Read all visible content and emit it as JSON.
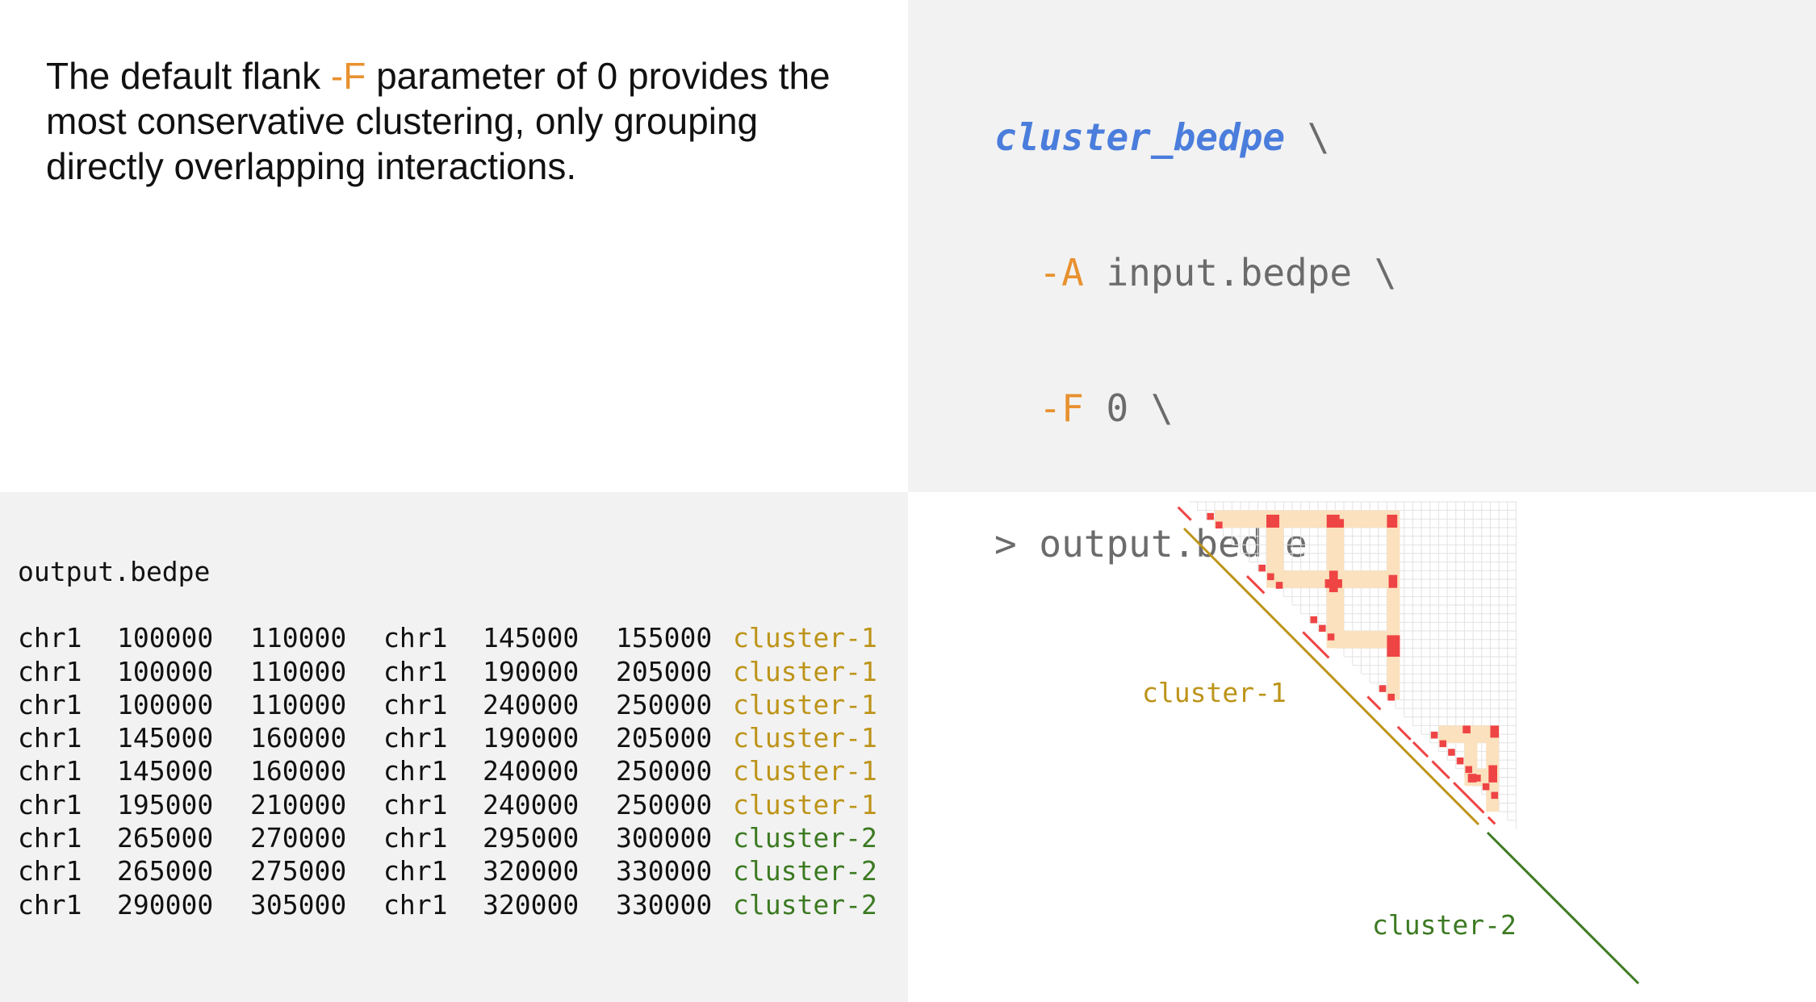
{
  "description": {
    "before": "The default flank ",
    "flag": "-F",
    "after": " parameter of 0 provides the most conservative clustering, only grouping directly overlapping interactions."
  },
  "command": {
    "program": "cluster_bedpe",
    "line1_cont": " \\",
    "opt_a": "-A",
    "opt_a_val": " input.bedpe \\",
    "opt_f": "-F",
    "opt_f_val": " 0 \\",
    "redirect": "> output.bedpe"
  },
  "output": {
    "title": "output.bedpe",
    "rows": [
      {
        "chrom1": "chr1",
        "start1": "100000",
        "end1": "110000",
        "chrom2": "chr1",
        "start2": "145000",
        "end2": "155000",
        "cluster": "cluster-1"
      },
      {
        "chrom1": "chr1",
        "start1": "100000",
        "end1": "110000",
        "chrom2": "chr1",
        "start2": "190000",
        "end2": "205000",
        "cluster": "cluster-1"
      },
      {
        "chrom1": "chr1",
        "start1": "100000",
        "end1": "110000",
        "chrom2": "chr1",
        "start2": "240000",
        "end2": "250000",
        "cluster": "cluster-1"
      },
      {
        "chrom1": "chr1",
        "start1": "145000",
        "end1": "160000",
        "chrom2": "chr1",
        "start2": "190000",
        "end2": "205000",
        "cluster": "cluster-1"
      },
      {
        "chrom1": "chr1",
        "start1": "145000",
        "end1": "160000",
        "chrom2": "chr1",
        "start2": "240000",
        "end2": "250000",
        "cluster": "cluster-1"
      },
      {
        "chrom1": "chr1",
        "start1": "195000",
        "end1": "210000",
        "chrom2": "chr1",
        "start2": "240000",
        "end2": "250000",
        "cluster": "cluster-1"
      },
      {
        "chrom1": "chr1",
        "start1": "265000",
        "end1": "270000",
        "chrom2": "chr1",
        "start2": "295000",
        "end2": "300000",
        "cluster": "cluster-2"
      },
      {
        "chrom1": "chr1",
        "start1": "265000",
        "end1": "275000",
        "chrom2": "chr1",
        "start2": "320000",
        "end2": "330000",
        "cluster": "cluster-2"
      },
      {
        "chrom1": "chr1",
        "start1": "290000",
        "end1": "305000",
        "chrom2": "chr1",
        "start2": "320000",
        "end2": "330000",
        "cluster": "cluster-2"
      }
    ]
  },
  "diagram": {
    "cluster1_label": "cluster-1",
    "cluster2_label": "cluster-2"
  },
  "colors": {
    "flag": "#e8912f",
    "program": "#4a7ddc",
    "cluster1": "#bd9419",
    "cluster2": "#3c7a22",
    "interaction": "#ee4444",
    "flank": "#fbe1bd"
  }
}
